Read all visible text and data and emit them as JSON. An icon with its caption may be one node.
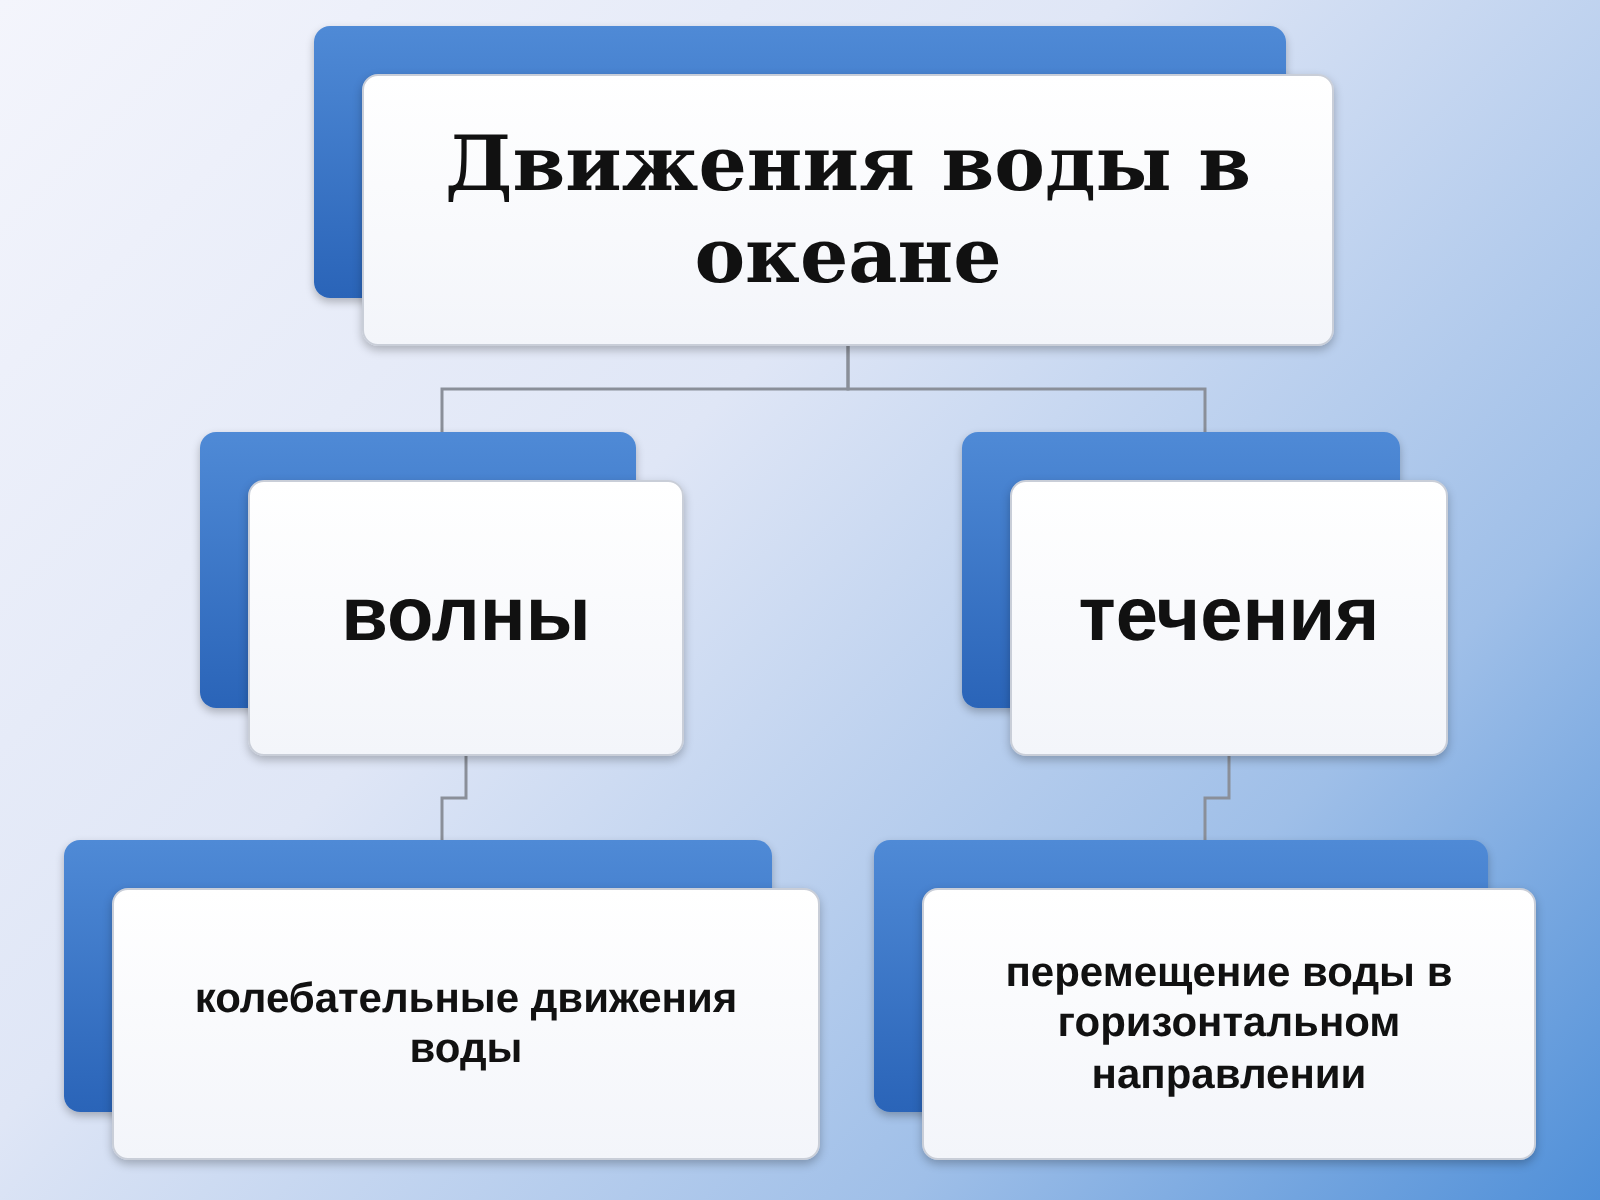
{
  "diagram": {
    "nodes": [
      {
        "text": [
          "Движения воды в океане"
        ]
      },
      {
        "text": [
          "волны"
        ]
      },
      {
        "text": [
          "течения"
        ]
      },
      {
        "text": [
          "колебательные движения воды"
        ]
      },
      {
        "text": [
          "перемещение воды в горизонтальном направлении"
        ]
      }
    ],
    "edges": [
      {
        "from": 0,
        "to": 1,
        "arrow": "none"
      },
      {
        "from": 0,
        "to": 2,
        "arrow": "none"
      },
      {
        "from": 1,
        "to": 3,
        "arrow": "none"
      },
      {
        "from": 2,
        "to": 4,
        "arrow": "none"
      }
    ]
  }
}
